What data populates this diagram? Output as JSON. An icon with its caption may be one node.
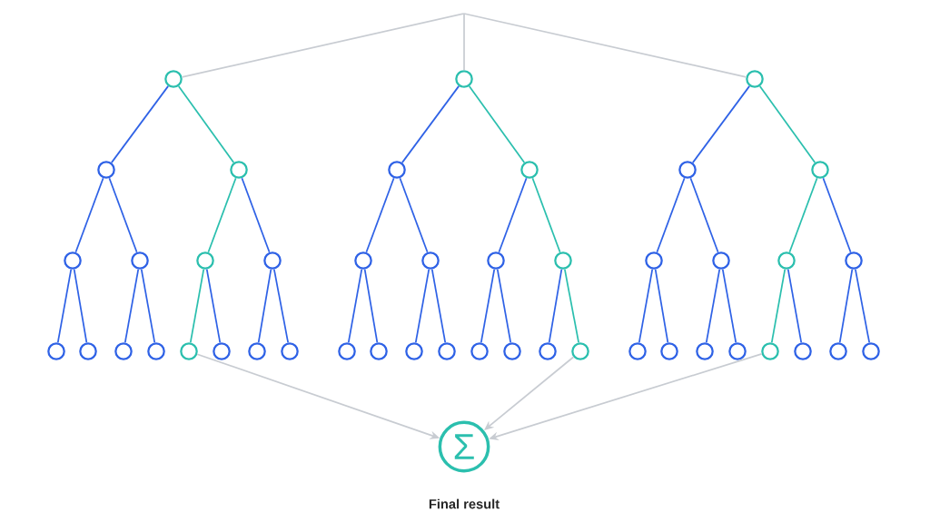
{
  "diagram": {
    "nodes": [
      {
        "text": [],
        "shape": "circle"
      },
      {
        "text": [],
        "shape": "circle"
      },
      {
        "text": [],
        "shape": "circle"
      },
      {
        "text": [],
        "shape": "circle"
      },
      {
        "text": [],
        "shape": "circle"
      },
      {
        "text": [],
        "shape": "circle"
      },
      {
        "text": [],
        "shape": "circle"
      },
      {
        "text": [],
        "shape": "circle"
      },
      {
        "text": [],
        "shape": "circle"
      },
      {
        "text": [],
        "shape": "circle"
      },
      {
        "text": [],
        "shape": "circle"
      },
      {
        "text": [],
        "shape": "circle"
      },
      {
        "text": [],
        "shape": "circle"
      },
      {
        "text": [],
        "shape": "circle"
      },
      {
        "text": [],
        "shape": "circle"
      },
      {
        "text": [],
        "shape": "circle"
      },
      {
        "text": [],
        "shape": "circle"
      },
      {
        "text": [],
        "shape": "circle"
      },
      {
        "text": [],
        "shape": "circle"
      },
      {
        "text": [],
        "shape": "circle"
      },
      {
        "text": [],
        "shape": "circle"
      },
      {
        "text": [],
        "shape": "circle"
      },
      {
        "text": [],
        "shape": "circle"
      },
      {
        "text": [],
        "shape": "circle"
      },
      {
        "text": [],
        "shape": "circle"
      },
      {
        "text": [],
        "shape": "circle"
      },
      {
        "text": [],
        "shape": "circle"
      },
      {
        "text": [],
        "shape": "circle"
      },
      {
        "text": [],
        "shape": "circle"
      },
      {
        "text": [],
        "shape": "circle"
      },
      {
        "text": [],
        "shape": "circle"
      },
      {
        "text": [],
        "shape": "circle"
      },
      {
        "text": [],
        "shape": "circle"
      },
      {
        "text": [],
        "shape": "circle"
      },
      {
        "text": [],
        "shape": "circle"
      },
      {
        "text": [],
        "shape": "circle"
      },
      {
        "text": [],
        "shape": "circle"
      },
      {
        "text": [],
        "shape": "circle"
      },
      {
        "text": [],
        "shape": "circle"
      },
      {
        "text": [],
        "shape": "circle"
      },
      {
        "text": [],
        "shape": "circle"
      },
      {
        "text": [],
        "shape": "circle"
      },
      {
        "text": [],
        "shape": "circle"
      },
      {
        "text": [],
        "shape": "circle"
      },
      {
        "text": [],
        "shape": "circle"
      },
      {
        "text": [
          "Σ"
        ],
        "beside": [
          "Final result"
        ]
      }
    ],
    "edges": [
      {
        "from": null,
        "to": 0,
        "arrow": "none",
        "color": "#c8ccd2"
      },
      {
        "from": null,
        "to": 15,
        "arrow": "none",
        "color": "#c8ccd2"
      },
      {
        "from": null,
        "to": 30,
        "arrow": "none",
        "color": "#c8ccd2"
      },
      {
        "from": 0,
        "to": 1,
        "arrow": "none"
      },
      {
        "from": 0,
        "to": 2,
        "arrow": "none",
        "color": "#2bbfae"
      },
      {
        "from": 1,
        "to": 3,
        "arrow": "none"
      },
      {
        "from": 1,
        "to": 4,
        "arrow": "none"
      },
      {
        "from": 2,
        "to": 5,
        "arrow": "none",
        "color": "#2bbfae"
      },
      {
        "from": 2,
        "to": 6,
        "arrow": "none"
      },
      {
        "from": 3,
        "to": 7,
        "arrow": "none"
      },
      {
        "from": 3,
        "to": 8,
        "arrow": "none"
      },
      {
        "from": 4,
        "to": 9,
        "arrow": "none"
      },
      {
        "from": 4,
        "to": 10,
        "arrow": "none"
      },
      {
        "from": 5,
        "to": 11,
        "arrow": "none",
        "color": "#2bbfae"
      },
      {
        "from": 5,
        "to": 12,
        "arrow": "none"
      },
      {
        "from": 6,
        "to": 13,
        "arrow": "none"
      },
      {
        "from": 6,
        "to": 14,
        "arrow": "none"
      },
      {
        "from": 15,
        "to": 16,
        "arrow": "none"
      },
      {
        "from": 15,
        "to": 17,
        "arrow": "none",
        "color": "#2bbfae"
      },
      {
        "from": 16,
        "to": 18,
        "arrow": "none"
      },
      {
        "from": 16,
        "to": 19,
        "arrow": "none"
      },
      {
        "from": 17,
        "to": 20,
        "arrow": "none"
      },
      {
        "from": 17,
        "to": 21,
        "arrow": "none",
        "color": "#2bbfae"
      },
      {
        "from": 18,
        "to": 22,
        "arrow": "none"
      },
      {
        "from": 18,
        "to": 23,
        "arrow": "none"
      },
      {
        "from": 19,
        "to": 24,
        "arrow": "none"
      },
      {
        "from": 19,
        "to": 25,
        "arrow": "none"
      },
      {
        "from": 20,
        "to": 26,
        "arrow": "none"
      },
      {
        "from": 20,
        "to": 27,
        "arrow": "none"
      },
      {
        "from": 21,
        "to": 28,
        "arrow": "none"
      },
      {
        "from": 21,
        "to": 29,
        "arrow": "none",
        "color": "#2bbfae"
      },
      {
        "from": 30,
        "to": 31,
        "arrow": "none"
      },
      {
        "from": 30,
        "to": 32,
        "arrow": "none",
        "color": "#2bbfae"
      },
      {
        "from": 31,
        "to": 33,
        "arrow": "none"
      },
      {
        "from": 31,
        "to": 34,
        "arrow": "none"
      },
      {
        "from": 32,
        "to": 35,
        "arrow": "none",
        "color": "#2bbfae"
      },
      {
        "from": 32,
        "to": 36,
        "arrow": "none"
      },
      {
        "from": 33,
        "to": 37,
        "arrow": "none"
      },
      {
        "from": 33,
        "to": 38,
        "arrow": "none"
      },
      {
        "from": 34,
        "to": 39,
        "arrow": "none"
      },
      {
        "from": 34,
        "to": 40,
        "arrow": "none"
      },
      {
        "from": 35,
        "to": 41,
        "arrow": "none",
        "color": "#2bbfae"
      },
      {
        "from": 35,
        "to": 42,
        "arrow": "none"
      },
      {
        "from": 36,
        "to": 43,
        "arrow": "none"
      },
      {
        "from": 36,
        "to": 44,
        "arrow": "none"
      },
      {
        "from": 11,
        "to": 45,
        "arrow": "to",
        "color": "#c8ccd2"
      },
      {
        "from": 29,
        "to": 45,
        "arrow": "to",
        "color": "#c8ccd2"
      },
      {
        "from": 41,
        "to": 45,
        "arrow": "to",
        "color": "#c8ccd2"
      }
    ]
  }
}
